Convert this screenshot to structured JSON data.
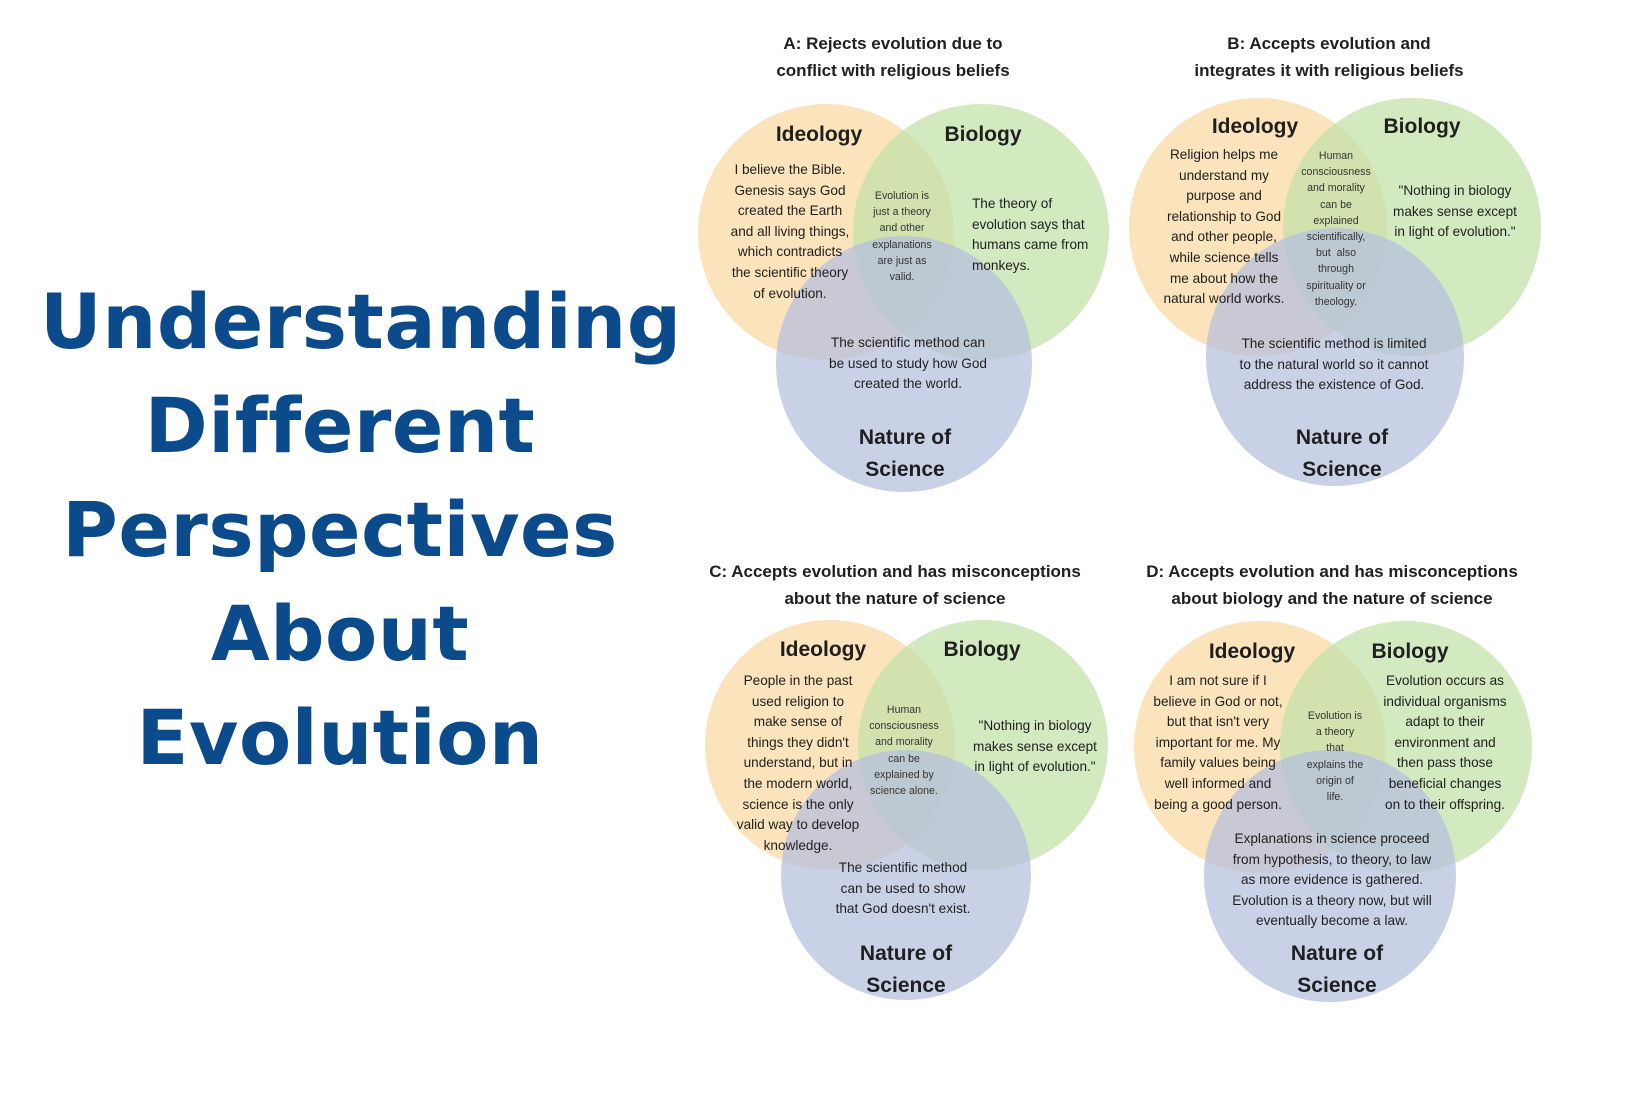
{
  "title": "Understanding\nDifferent\nPerspectives\nAbout\nEvolution",
  "colors": {
    "title": "#0b4a8b",
    "ideology": "#f9d49a",
    "biology": "#b9dc9b",
    "nature_of_science": "#a9b6d8"
  },
  "panels": [
    {
      "title": "A: Rejects evolution due to\nconflict with religious beliefs",
      "ideology_label": "Ideology",
      "biology_label": "Biology",
      "nos_label": "Nature of\nScience",
      "ideology_text": "I believe the Bible.\nGenesis says God\ncreated the Earth\nand all living things,\nwhich contradicts\nthe scientific theory\nof evolution.",
      "biology_text": "The theory of\nevolution says that\nhumans came from\nmonkeys.",
      "overlap_text": "Evolution is\njust a theory\nand other\nexplanations\nare just as\nvalid.",
      "nos_text": "The scientific method can\nbe used to study how God\ncreated the world."
    },
    {
      "title": "B: Accepts evolution and\nintegrates it with religious beliefs",
      "ideology_label": "Ideology",
      "biology_label": "Biology",
      "nos_label": "Nature of\nScience",
      "ideology_text": "Religion helps me\nunderstand my\npurpose and\nrelationship to God\nand other people,\nwhile science tells\nme about how the\nnatural world works.",
      "biology_text": "\"Nothing in biology\nmakes sense except\nin light of evolution.\"",
      "overlap_text": "Human\nconsciousness\nand morality\ncan be\nexplained\nscientifically,\nbut  also\nthrough\nspirituality or\ntheology.",
      "nos_text": "The scientific method is limited\nto the natural world so it cannot\naddress the existence of God."
    },
    {
      "title": "C: Accepts evolution and has misconceptions\nabout the nature of science",
      "ideology_label": "Ideology",
      "biology_label": "Biology",
      "nos_label": "Nature of\nScience",
      "ideology_text": "People in the past\nused religion to\nmake sense of\nthings they didn't\nunderstand, but in\nthe modern world,\nscience is the only\nvalid way to develop\nknowledge.",
      "biology_text": "\"Nothing in biology\nmakes sense except\nin light of evolution.\"",
      "overlap_text": "Human\nconsciousness\nand morality\ncan be\nexplained by\nscience alone.",
      "nos_text": "The scientific method\ncan be used to show\nthat God doesn't exist."
    },
    {
      "title": "D: Accepts evolution and has misconceptions\nabout biology and the nature of science",
      "ideology_label": "Ideology",
      "biology_label": "Biology",
      "nos_label": "Nature of\nScience",
      "ideology_text": "I am not sure if I\nbelieve in God or not,\nbut that isn't very\nimportant for me. My\nfamily values being\nwell informed and\nbeing a good person.",
      "biology_text": "Evolution occurs as\nindividual organisms\nadapt to their\nenvironment and\nthen pass those\nbeneficial changes\non to their offspring.",
      "overlap_text": "Evolution is\na theory\nthat\nexplains the\norigin of\nlife.",
      "nos_text": "Explanations in science proceed\nfrom hypothesis, to theory, to law\nas more evidence is gathered.\nEvolution is a theory now, but will\neventually become a law."
    }
  ]
}
